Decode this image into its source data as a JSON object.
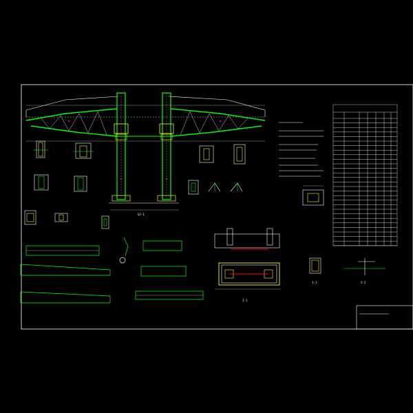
{
  "drawing": {
    "background": "#000000",
    "line_white": "#ffffff",
    "line_green": "#00ff00",
    "line_yellow": "#ffff00",
    "line_red": "#ff0000",
    "line_cyan": "#00ffff",
    "line_magenta": "#ff00ff"
  },
  "title_block": {
    "text": ""
  },
  "labels": {
    "frame_title": "GJ-1",
    "foundation_title": "J-1",
    "table_title": "",
    "section_1": "1-1",
    "section_2": "2-2"
  }
}
